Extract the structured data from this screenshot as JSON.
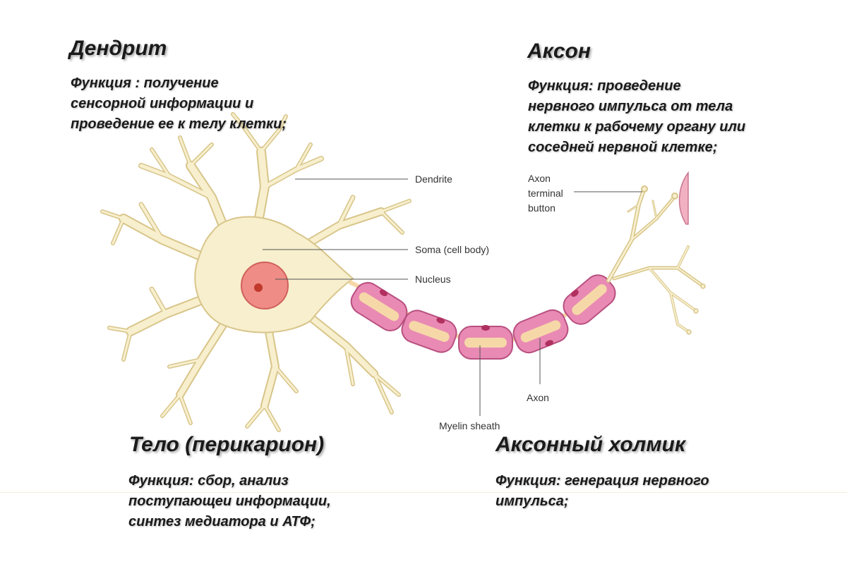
{
  "colors": {
    "cytoplasm": "#f7efcd",
    "cytoplasm_outline": "#d8c58a",
    "nucleus": "#ef8c86",
    "nucleolus": "#c0392b",
    "myelin": "#e98ab4",
    "myelin_core": "#f6d8a8",
    "text": "#1a1a1a"
  },
  "sections": {
    "dendrite": {
      "title": "Дендрит",
      "lines": [
        "Функция :  получение",
        "сенсорной информации и",
        "проведение ее к телу клетки;"
      ]
    },
    "axon": {
      "title": "Аксон",
      "lines": [
        "Функция: проведение",
        "нервного импульса от тела",
        "клетки к рабочему органу или",
        "соседней нервной клетке;"
      ]
    },
    "body": {
      "title": "Тело (перикарион)",
      "lines": [
        "Функция: сбор, анализ",
        "поступающеи информации,",
        "синтез медиатора и АТФ;"
      ]
    },
    "hillock": {
      "title": "Аксонный холмик",
      "lines": [
        "Функция: генерация нервного",
        "импульса;"
      ]
    }
  },
  "diagram": {
    "labels": {
      "dendrite": "Dendrite",
      "soma": "Soma (cell body)",
      "nucleus": "Nucleus",
      "axon_terminal": [
        "Axon",
        "terminal",
        "button"
      ],
      "axon": "Axon",
      "myelin_sheath": "Myelin sheath"
    }
  }
}
